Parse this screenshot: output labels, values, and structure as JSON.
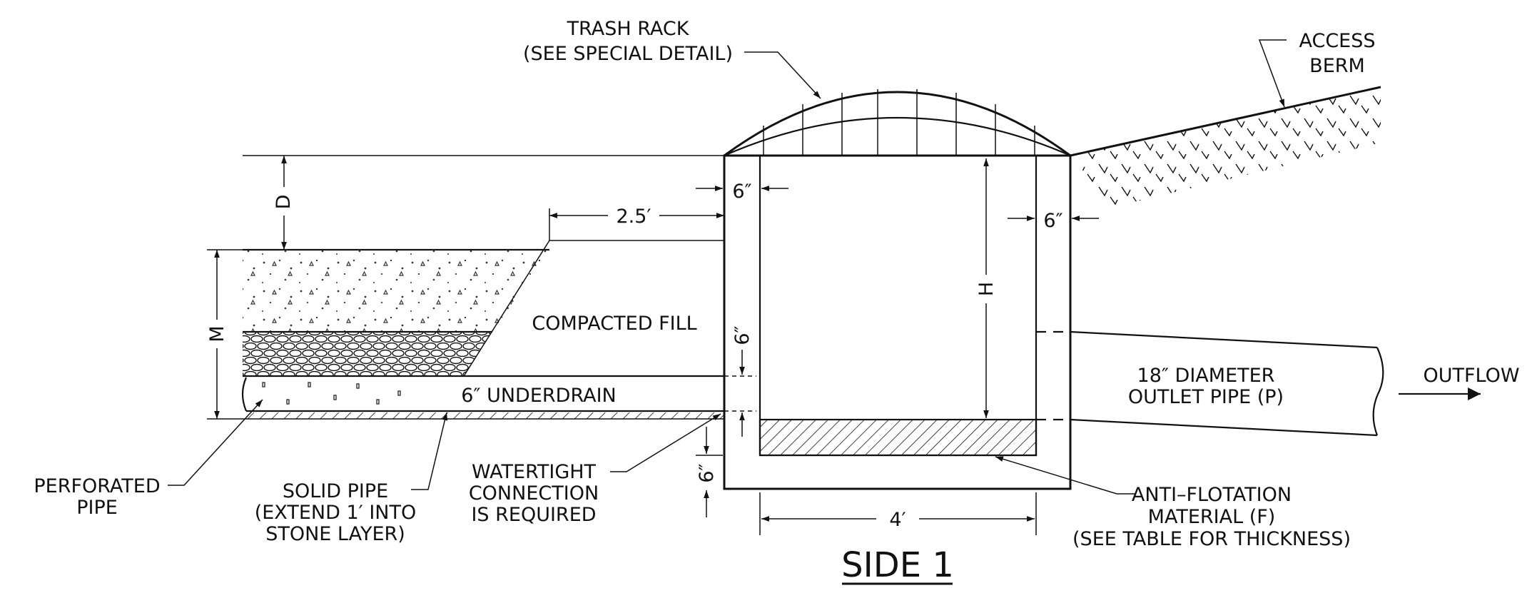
{
  "title": "SIDE 1",
  "labels": {
    "trash_rack_1": "TRASH RACK",
    "trash_rack_2": "(SEE SPECIAL DETAIL)",
    "access_berm_1": "ACCESS",
    "access_berm_2": "BERM",
    "dim_d": "D",
    "dim_m": "M",
    "dim_h": "H",
    "dim_2_5ft": "2.5′",
    "dim_6in_top_left": "6″",
    "dim_6in_top_right": "6″",
    "dim_6in_mid": "6″",
    "dim_6in_bottom": "6″",
    "dim_4ft": "4′",
    "compacted_fill": "COMPACTED FILL",
    "underdrain": "6″ UNDERDRAIN",
    "outlet_pipe_1": "18″ DIAMETER",
    "outlet_pipe_2": "OUTLET PIPE (P)",
    "outflow": "OUTFLOW",
    "perforated_1": "PERFORATED",
    "perforated_2": "PIPE",
    "solid_pipe_1": "SOLID PIPE",
    "solid_pipe_2": "(EXTEND 1′ INTO",
    "solid_pipe_3": "STONE LAYER)",
    "watertight_1": "WATERTIGHT",
    "watertight_2": "CONNECTION",
    "watertight_3": "IS REQUIRED",
    "anti_flotation_1": "ANTI–FLOTATION",
    "anti_flotation_2": "MATERIAL (F)",
    "anti_flotation_3": "(SEE TABLE FOR THICKNESS)"
  }
}
